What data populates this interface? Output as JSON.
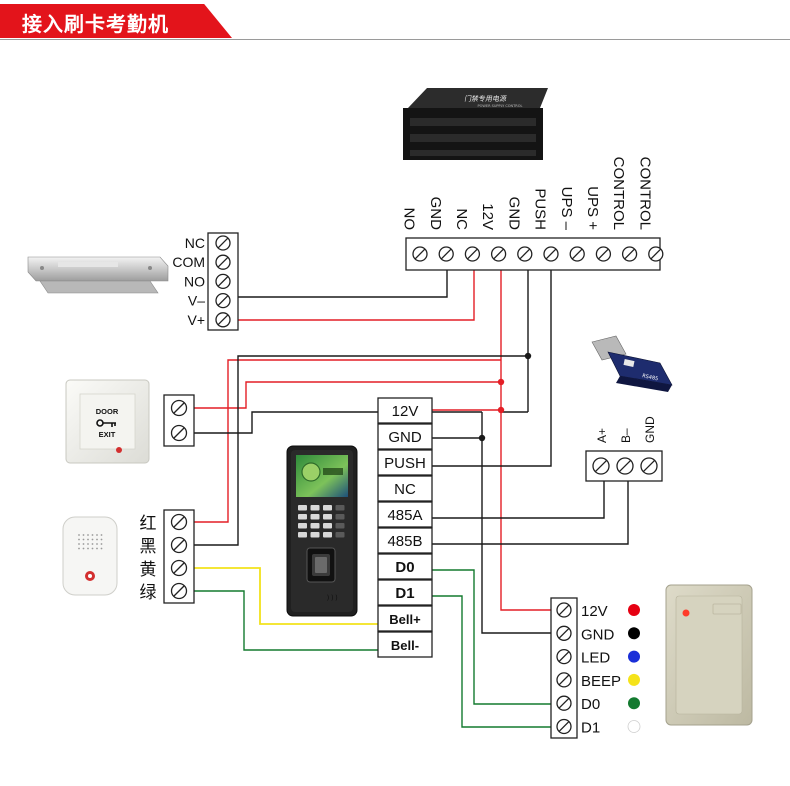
{
  "title": "接入刷卡考勤机",
  "power_supply": {
    "label": "门禁专用电源",
    "sublabel": "POWER SUPPLY CONTROL",
    "terminals": [
      "NO",
      "GND",
      "NC",
      "12V",
      "GND",
      "PUSH",
      "UPS –",
      "UPS +",
      "CONTROL",
      "CONTROL"
    ]
  },
  "lock": {
    "terminals": [
      "NC",
      "COM",
      "NO",
      "V–",
      "V+"
    ]
  },
  "exit_button": {
    "line1": "DOOR",
    "line2": "EXIT"
  },
  "doorbell": {
    "wires": [
      "红",
      "黑",
      "黄",
      "绿"
    ]
  },
  "converter": {
    "terminals": [
      "A+",
      "B–",
      "GND"
    ],
    "label": "RS485"
  },
  "terminal": {
    "pins": [
      "12V",
      "GND",
      "PUSH",
      "NC",
      "485A",
      "485B",
      "D0",
      "D1",
      "Bell+",
      "Bell-"
    ]
  },
  "reader": {
    "pins": [
      "12V",
      "GND",
      "LED",
      "BEEP",
      "D0",
      "D1"
    ],
    "pin_colors": [
      "#e60012",
      "#000000",
      "#1a2fd8",
      "#f5e31a",
      "#137a2f",
      "#ffffff"
    ]
  },
  "wire_colors": {
    "red": "#e41e26",
    "black": "#1a1a1a",
    "yellow": "#f2e21b",
    "green": "#137a2f"
  }
}
